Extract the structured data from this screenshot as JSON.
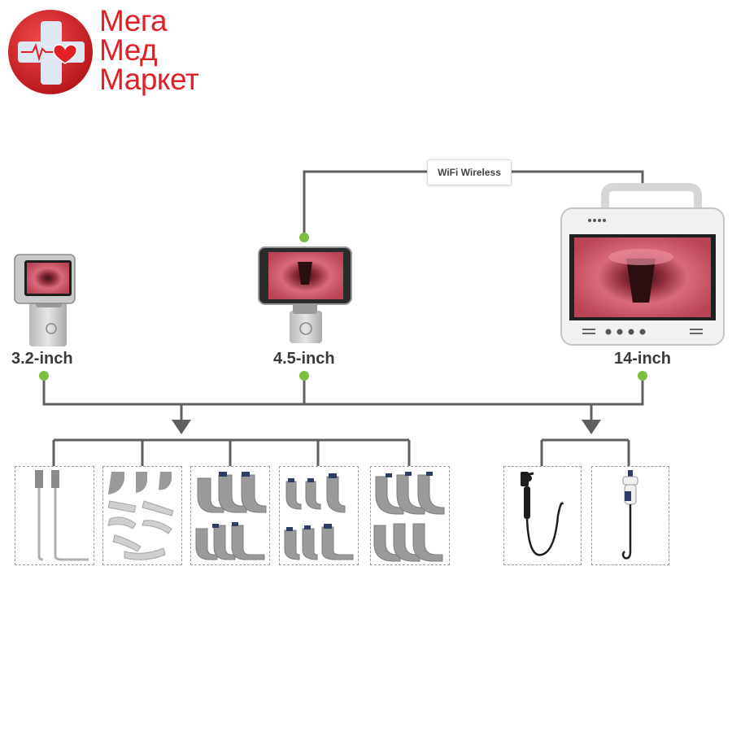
{
  "brand": {
    "line1": "Мега",
    "line2": "Мед",
    "line3": "Маркет",
    "color": "#e21f26",
    "icon": "medical-cross-heart-logo"
  },
  "connection": {
    "wifi_label": "WiFi Wireless"
  },
  "devices": [
    {
      "label": "3.2-inch",
      "icon": "handheld-laryngoscope-small"
    },
    {
      "label": "4.5-inch",
      "icon": "handheld-laryngoscope-medium"
    },
    {
      "label": "14-inch",
      "icon": "portable-monitor-display"
    }
  ],
  "accessories": {
    "blade_sets": [
      "blade-set-1",
      "blade-set-2",
      "blade-set-3",
      "blade-set-4",
      "blade-set-5"
    ],
    "scopes": [
      "bronchoscope-icon",
      "intubation-scope-icon"
    ]
  },
  "colors": {
    "line": "#5f5f5f",
    "node": "#7cbd42",
    "screen_tissue": "#c9566a",
    "device_body": "#cfcfcf"
  }
}
